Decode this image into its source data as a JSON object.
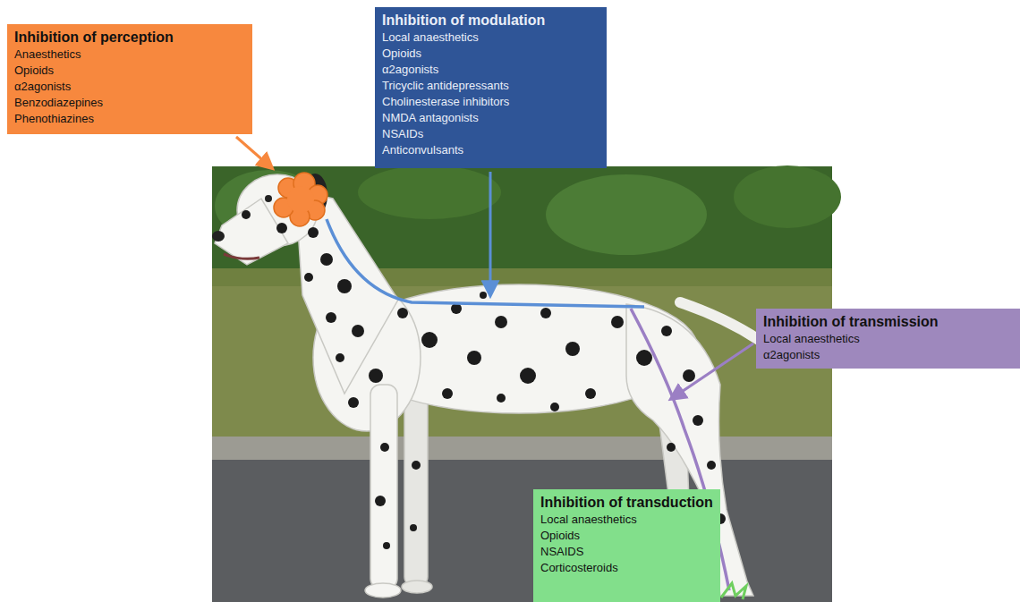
{
  "diagram": {
    "nodes": [
      {
        "text": [
          "Inhibition of perception",
          "Anaesthetics",
          "Opioids",
          "α2agonists",
          "Benzodiazepines",
          "Phenothiazines"
        ]
      },
      {
        "text": [
          "Inhibition of modulation",
          "Local anaesthetics",
          "Opioids",
          "α2agonists",
          "Tricyclic antidepressants",
          "Cholinesterase inhibitors",
          "NMDA antagonists",
          "NSAIDs",
          "Anticonvulsants"
        ]
      },
      {
        "text": [
          "Inhibition of transmission",
          "Local anaesthetics",
          "α2agonists"
        ]
      },
      {
        "text": [
          "Inhibition of transduction",
          "Local anaesthetics",
          "Opioids",
          "NSAIDS",
          "Corticosteroids"
        ]
      }
    ]
  }
}
